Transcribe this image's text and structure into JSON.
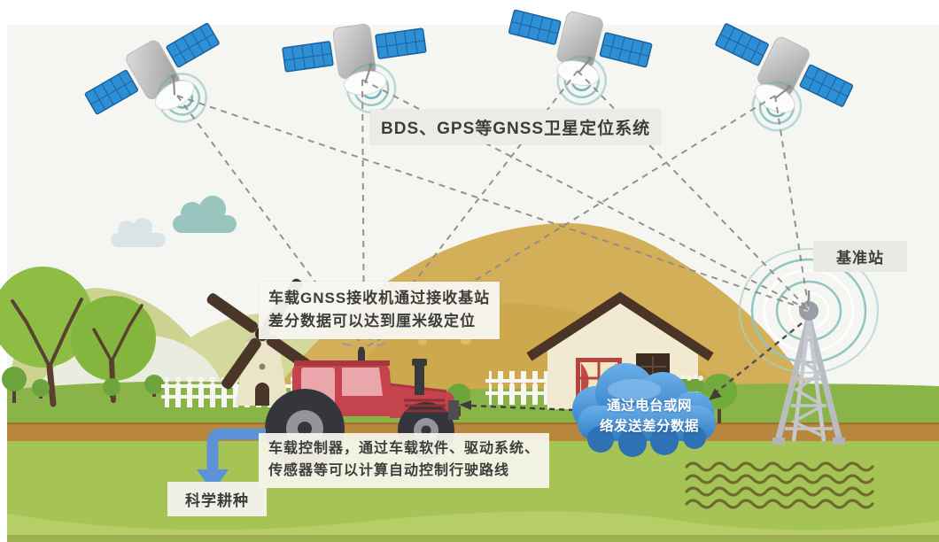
{
  "diagram": {
    "subject": "GNSS satellite precision-farming schematic",
    "labels": {
      "gnss_system": "BDS、GPS等GNSS卫星定位系统",
      "base_station": "基准站",
      "receiver_note": {
        "line1": "车载GNSS接收机通过接收基站",
        "line2": "差分数据可以达到厘米级定位"
      },
      "controller_note": {
        "line1": "车载控制器，通过车载软件、驱动系统、",
        "line2": "传感器等可以计算自动控制行驶路线"
      },
      "data_link_cloud": {
        "line1": "通过电台或网",
        "line2": "络发送差分数据"
      },
      "farming": "科学耕种"
    },
    "icons": [
      "satellite-icon",
      "signal-waves-icon",
      "sky-cloud-icon",
      "tree-icon",
      "windmill-icon",
      "house-icon",
      "fence-icon",
      "tractor-icon",
      "radio-tower-icon",
      "data-cloud-icon",
      "down-arrow-icon",
      "field-rows-icon",
      "dashed-signal-line"
    ],
    "colors": {
      "sky": "#f5f5f2",
      "grass": "#8ab348",
      "grass_lower": "#a6c356",
      "grass_front": "#b7cd68",
      "road": "#b8873d",
      "mountain": "#d2af58",
      "hill_olive": "#ccd290",
      "solar_panel_blue": "#2e8fd5",
      "signal_teal": "#57aab1",
      "data_cloud_blue": "#3e8ed6",
      "arrow_blue": "#5e92d4",
      "tractor_red": "#c4434c",
      "text_dark": "#3d3d3b"
    }
  }
}
